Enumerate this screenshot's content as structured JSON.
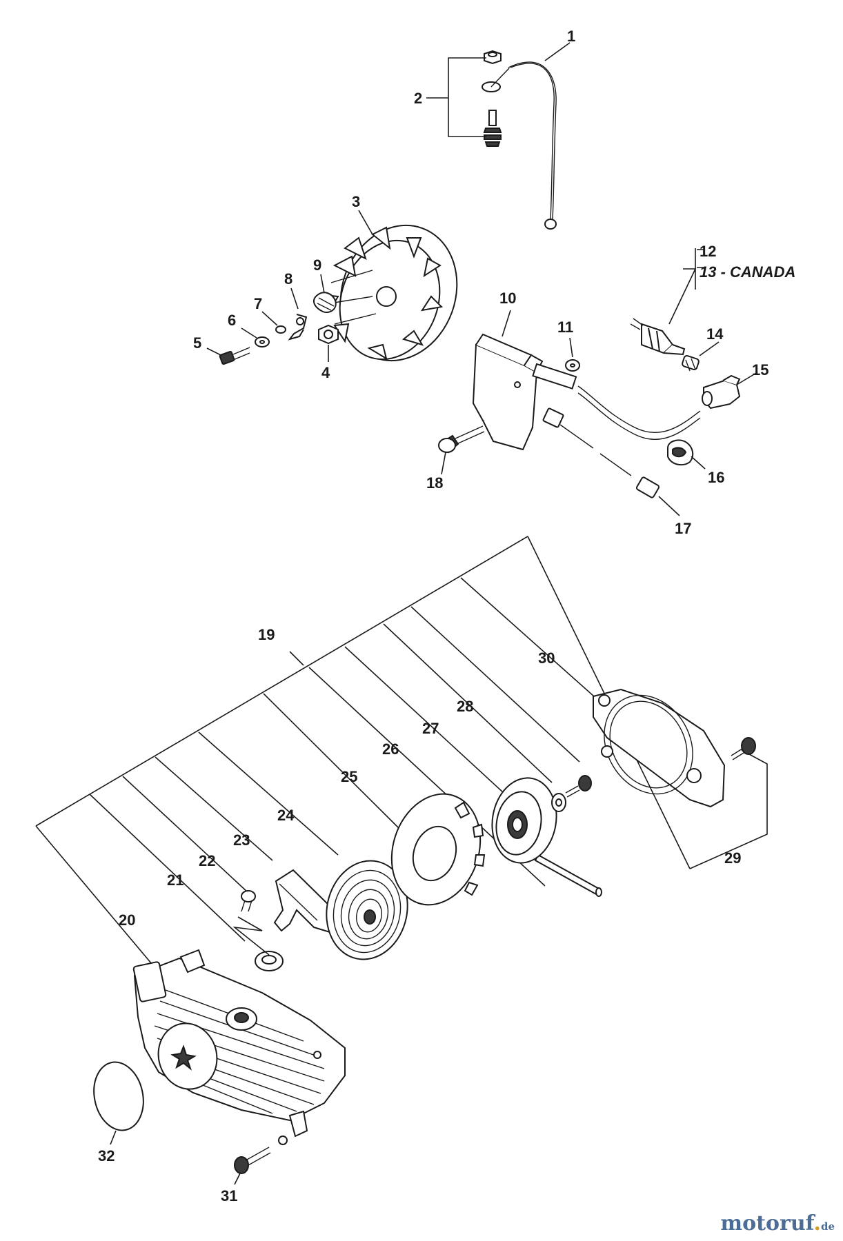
{
  "callouts": {
    "c1": "1",
    "c2": "2",
    "c3": "3",
    "c4": "4",
    "c5": "5",
    "c6": "6",
    "c7": "7",
    "c8": "8",
    "c9": "9",
    "c10": "10",
    "c11": "11",
    "c12": "12",
    "c13": "13 - CANADA",
    "c14": "14",
    "c15": "15",
    "c16": "16",
    "c17": "17",
    "c18": "18",
    "c19": "19",
    "c20": "20",
    "c21": "21",
    "c22": "22",
    "c23": "23",
    "c24": "24",
    "c25": "25",
    "c26": "26",
    "c27": "27",
    "c28": "28",
    "c29": "29",
    "c30": "30",
    "c31": "31",
    "c32": "32"
  },
  "watermark": {
    "name": "motoruf",
    "dot": ".",
    "tld": "de"
  }
}
